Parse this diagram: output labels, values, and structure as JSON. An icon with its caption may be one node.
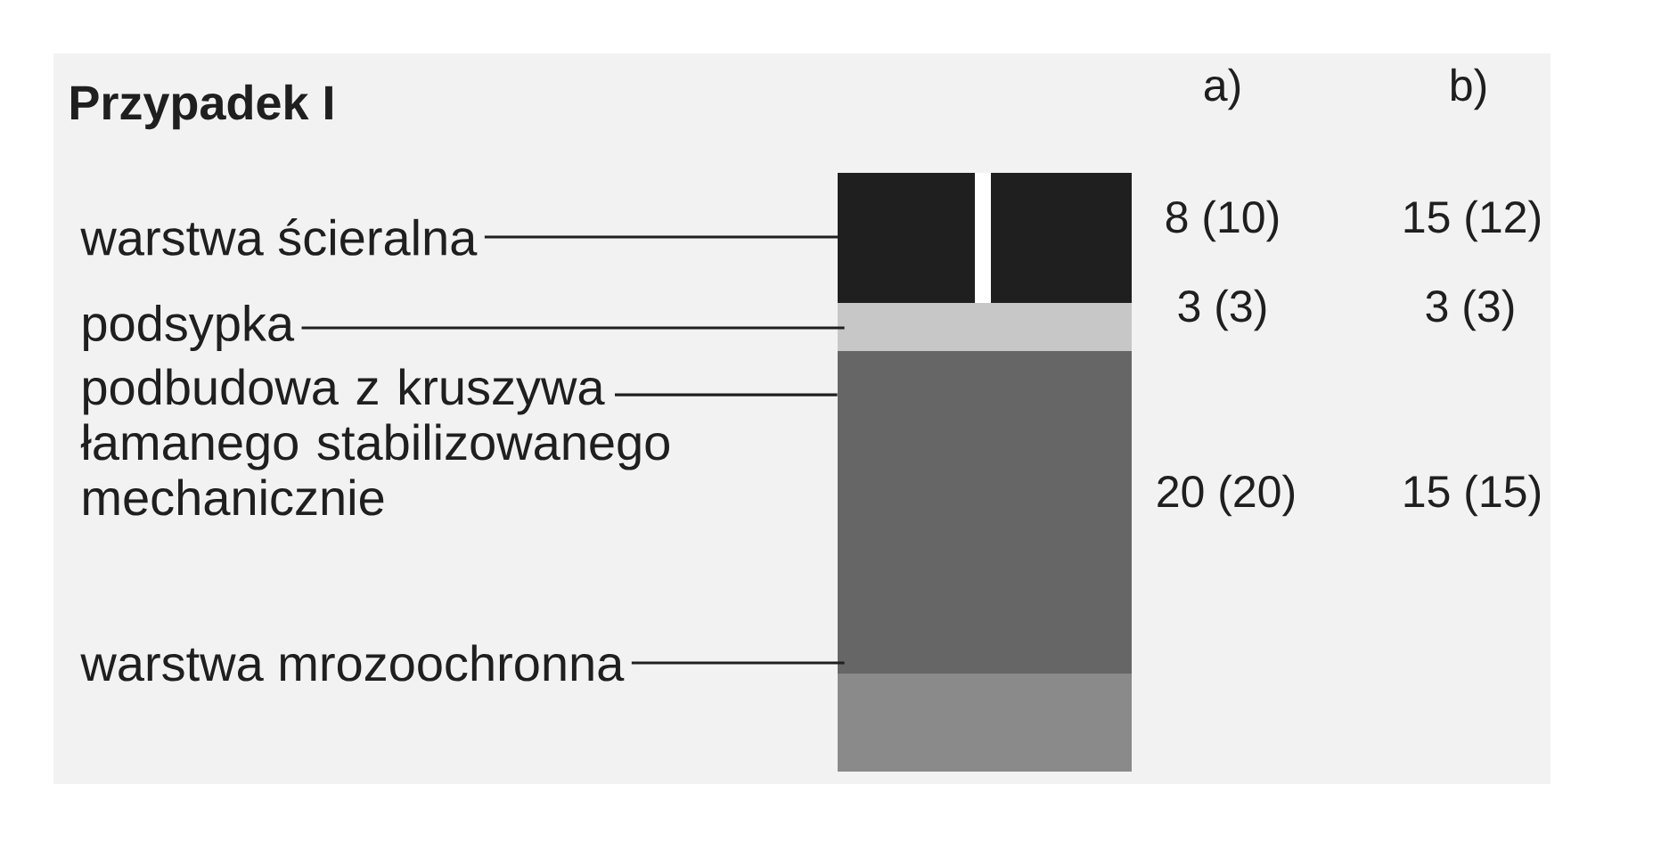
{
  "diagram": {
    "title": "Przypadek I",
    "nodes": [
      {
        "text": [
          "warstwa ścieralna"
        ]
      },
      {
        "text": [
          "podsypka"
        ]
      },
      {
        "text": [
          "podbudowa z kruszywa łamanego stabilizowanego mechanicznie"
        ]
      },
      {
        "text": [
          "warstwa mrozoochronna"
        ]
      },
      {
        "text": [],
        "shape": "bar"
      },
      {
        "text": [],
        "shape": "bar"
      },
      {
        "text": [],
        "shape": "bar"
      },
      {
        "text": [],
        "shape": "bar"
      }
    ],
    "edges": [
      {
        "from": 0,
        "to": 4,
        "arrow": "none"
      },
      {
        "from": 1,
        "to": 5,
        "arrow": "none"
      },
      {
        "from": 2,
        "to": 6,
        "arrow": "none"
      },
      {
        "from": 3,
        "to": 7,
        "arrow": "none"
      }
    ],
    "labels": [
      "a)",
      "b)",
      "8 (10)",
      "15 (12)",
      "3 (3)",
      "3 (3)",
      "20 (20)",
      "15 (15)"
    ]
  }
}
